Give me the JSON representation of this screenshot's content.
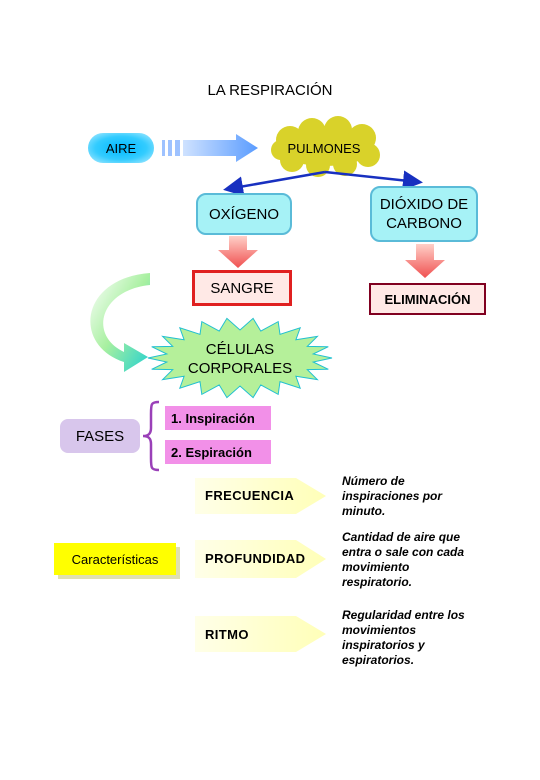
{
  "title": "LA RESPIRACIÓN",
  "nodes": {
    "aire": "AIRE",
    "pulmones": "PULMONES",
    "oxigeno": "OXÍGENO",
    "dioxido_line1": "DIÓXIDO DE",
    "dioxido_line2": "CARBONO",
    "sangre": "SANGRE",
    "eliminacion": "ELIMINACIÓN",
    "celulas_line1": "CÉLULAS",
    "celulas_line2": "CORPORALES"
  },
  "fases": {
    "label": "FASES",
    "items": [
      "1. Inspiración",
      "2. Espiración"
    ]
  },
  "caracteristicas": {
    "label": "Características",
    "items": [
      {
        "name": "FRECUENCIA",
        "desc": [
          "Número de",
          "inspiraciones por",
          "minuto."
        ]
      },
      {
        "name": "PROFUNDIDAD",
        "desc": [
          "Cantidad de aire que",
          "entra o sale con cada",
          "movimiento",
          "respiratorio."
        ]
      },
      {
        "name": "RITMO",
        "desc": [
          "Regularidad entre los",
          "movimientos",
          "inspiratorios y",
          "espiratorios."
        ]
      }
    ]
  },
  "colors": {
    "aire": "#33ccff",
    "pulmones": "#d9d22a",
    "oxigeno": "#a6f2f6",
    "sangre_border": "#e02020",
    "celulas": "#b5f09a",
    "fases": "#d8c6ec",
    "fase_items": "#f290e8",
    "caracteristicas": "#ffff00",
    "feature_arrows": "#ffffcc"
  }
}
